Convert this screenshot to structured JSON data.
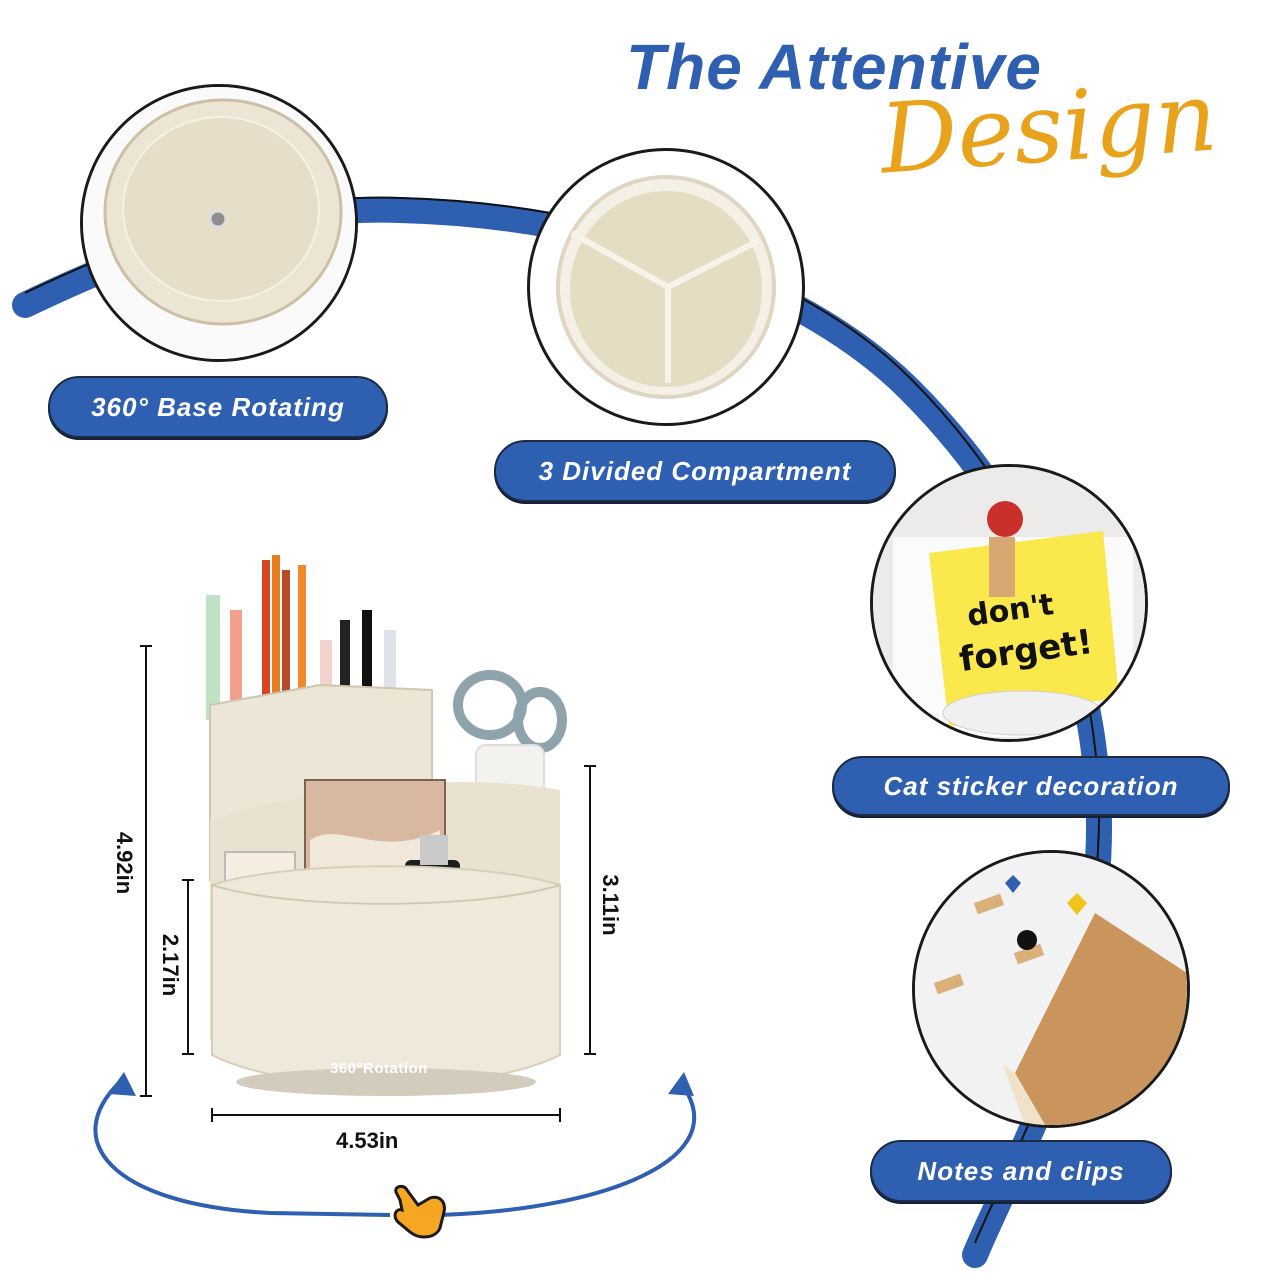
{
  "title": {
    "line1": "The Attentive",
    "line2": "Design"
  },
  "features": [
    {
      "label": "360° Base Rotating"
    },
    {
      "label": "3 Divided Compartment"
    },
    {
      "label": "Cat sticker decoration"
    },
    {
      "label": "Notes and clips"
    }
  ],
  "product": {
    "rotation_label": "360°Rotation",
    "note_line1": "don't",
    "note_line2": "forget!"
  },
  "dimensions": {
    "total_height": "4.92in",
    "front_height": "2.17in",
    "back_height": "3.11in",
    "width": "4.53in"
  },
  "colors": {
    "accent": "#2f5fb0",
    "script": "#e8a21b",
    "product": "#efe9db"
  }
}
